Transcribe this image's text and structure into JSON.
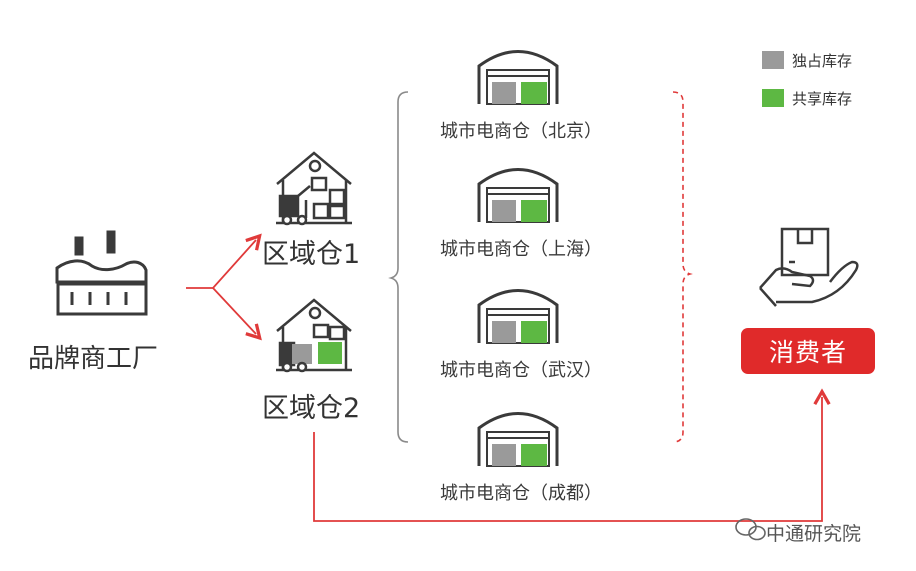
{
  "factory": {
    "label": "品牌商工厂"
  },
  "regional_warehouses": [
    {
      "label": "区域仓1"
    },
    {
      "label": "区域仓2"
    }
  ],
  "city_warehouses": [
    {
      "label": "城市电商仓（北京）"
    },
    {
      "label": "城市电商仓（上海）"
    },
    {
      "label": "城市电商仓（武汉）"
    },
    {
      "label": "城市电商仓（成都）"
    }
  ],
  "consumer": {
    "label": "消费者"
  },
  "legend": [
    {
      "label": "独占库存",
      "color": "#9a9a9a"
    },
    {
      "label": "共享库存",
      "color": "#5db843"
    }
  ],
  "watermark": {
    "label": "中通研究院"
  },
  "colors": {
    "arrow": "#e03a3a",
    "icon": "#3a3a3a",
    "exclusive": "#9a9a9a",
    "shared": "#5db843"
  }
}
